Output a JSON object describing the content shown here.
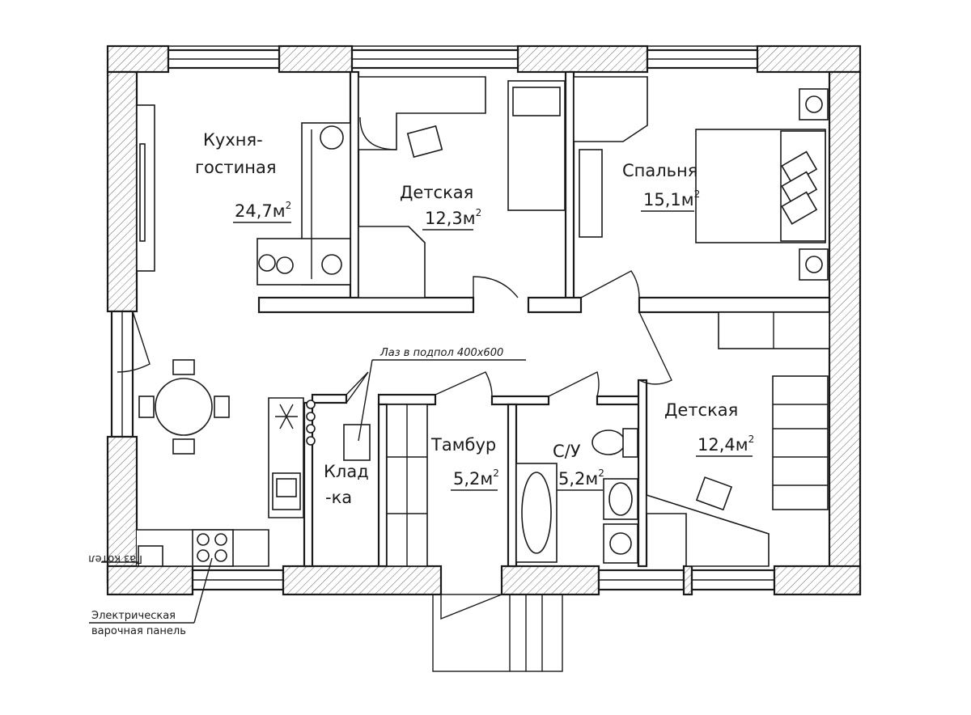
{
  "rooms": {
    "kitchen": {
      "name_line1": "Кухня-",
      "name_line2": "гостиная",
      "area": "24,7м",
      "sup": "2"
    },
    "nursery1": {
      "name": "Детская",
      "area": "12,3м",
      "sup": "2"
    },
    "bedroom": {
      "name": "Спальня",
      "area": "15,1м",
      "sup": "2"
    },
    "nursery2": {
      "name": "Детская",
      "area": "12,4м",
      "sup": "2"
    },
    "vestibule": {
      "name": "Тамбур",
      "area": "5,2м",
      "sup": "2"
    },
    "bathroom": {
      "name": "С/У",
      "area": "5,2м",
      "sup": "2"
    },
    "storage": {
      "name_line1": "Клад",
      "name_line2": "-ка"
    }
  },
  "notes": {
    "hatch": "Лаз в подпол 400х600",
    "hob_line1": "Электрическая",
    "hob_line2": "варочная панель",
    "gas_label": "Газ котел"
  },
  "colors": {
    "line": "#1a1a1a",
    "background": "#ffffff"
  }
}
